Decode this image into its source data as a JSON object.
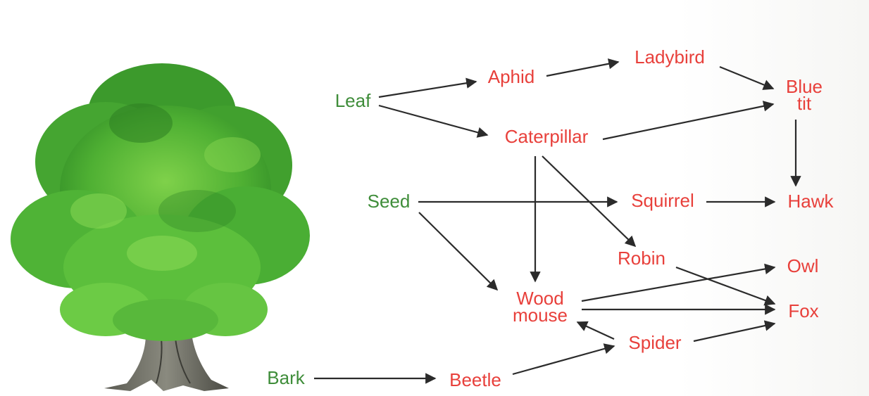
{
  "colors": {
    "producer": "#3f8d3a",
    "consumer": "#e8403b",
    "arrow": "#2b2b2b"
  },
  "food_web": {
    "producers": {
      "leaf": "Leaf",
      "seed": "Seed",
      "bark": "Bark"
    },
    "consumers": {
      "aphid": "Aphid",
      "ladybird": "Ladybird",
      "blue_tit_line1": "Blue",
      "blue_tit_line2": "tit",
      "caterpillar": "Caterpillar",
      "squirrel": "Squirrel",
      "hawk": "Hawk",
      "robin": "Robin",
      "owl": "Owl",
      "wood_mouse_line1": "Wood",
      "wood_mouse_line2": "mouse",
      "fox": "Fox",
      "spider": "Spider",
      "beetle": "Beetle"
    },
    "links": [
      {
        "from": "Leaf",
        "to": "Aphid"
      },
      {
        "from": "Leaf",
        "to": "Caterpillar"
      },
      {
        "from": "Aphid",
        "to": "Ladybird"
      },
      {
        "from": "Ladybird",
        "to": "Blue tit"
      },
      {
        "from": "Caterpillar",
        "to": "Blue tit"
      },
      {
        "from": "Caterpillar",
        "to": "Wood mouse"
      },
      {
        "from": "Caterpillar",
        "to": "Robin"
      },
      {
        "from": "Blue tit",
        "to": "Hawk"
      },
      {
        "from": "Seed",
        "to": "Squirrel"
      },
      {
        "from": "Seed",
        "to": "Wood mouse"
      },
      {
        "from": "Squirrel",
        "to": "Hawk"
      },
      {
        "from": "Robin",
        "to": "Fox"
      },
      {
        "from": "Wood mouse",
        "to": "Owl"
      },
      {
        "from": "Wood mouse",
        "to": "Fox"
      },
      {
        "from": "Spider",
        "to": "Wood mouse"
      },
      {
        "from": "Spider",
        "to": "Fox"
      },
      {
        "from": "Bark",
        "to": "Beetle"
      },
      {
        "from": "Beetle",
        "to": "Spider"
      }
    ]
  }
}
